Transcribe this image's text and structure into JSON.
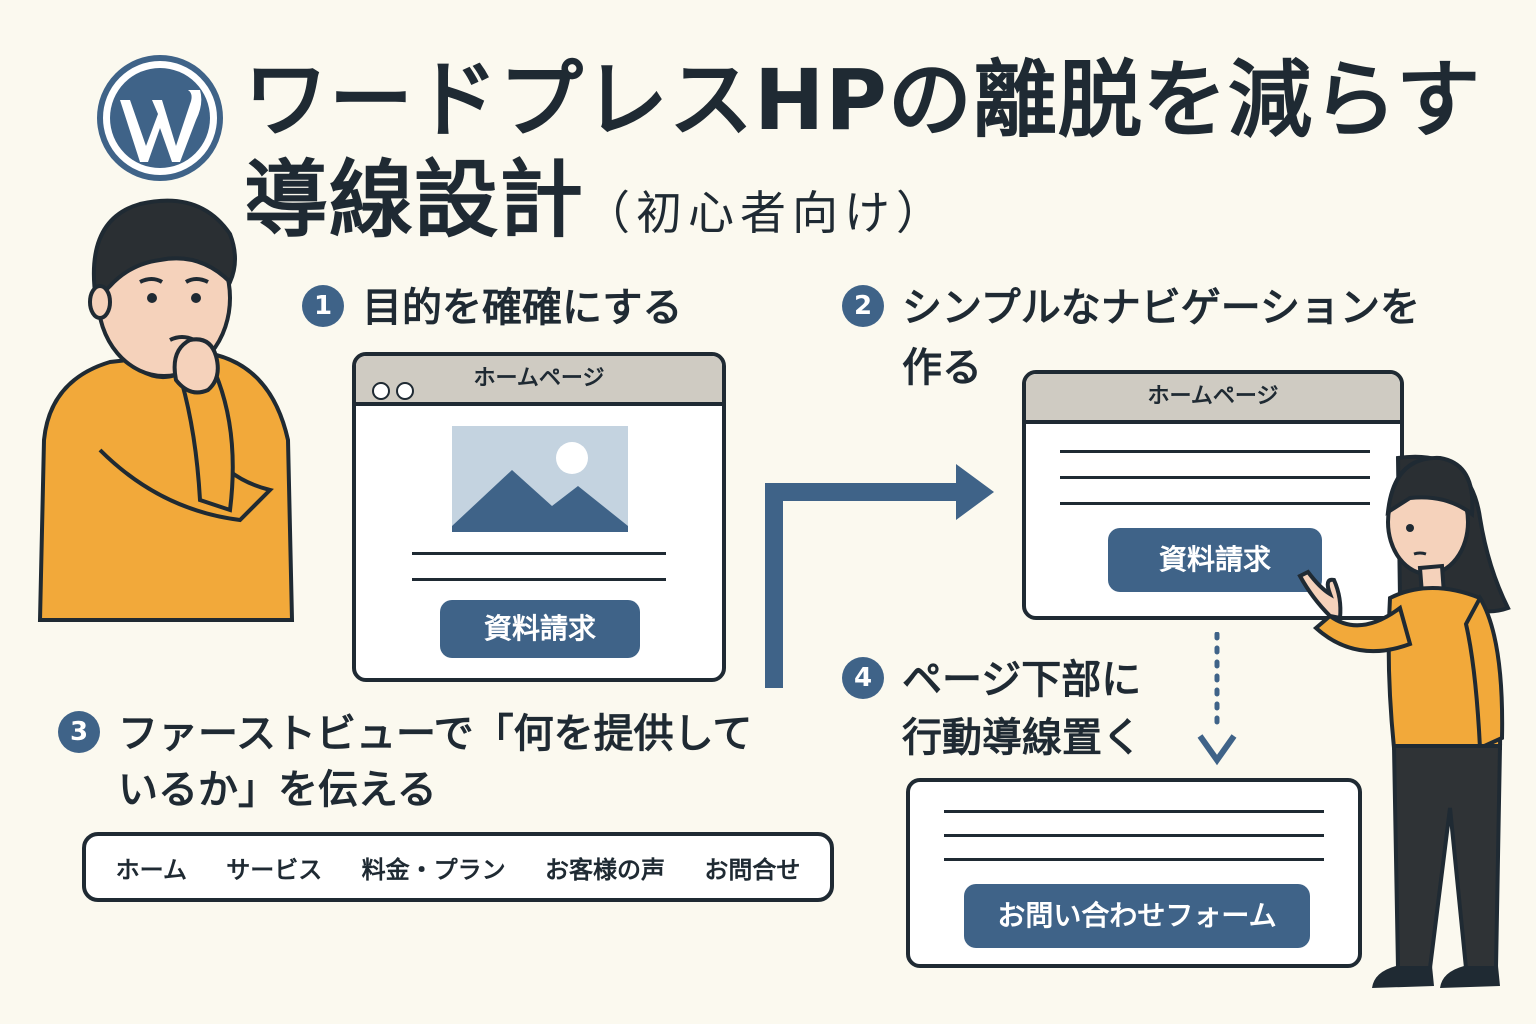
{
  "title": {
    "line1": "ワードプレスHPの離脱を減らす",
    "line2": "導線設計",
    "subtitle": "（初心者向け）"
  },
  "steps": [
    {
      "number": "1",
      "text": "目的を確確にする"
    },
    {
      "number": "2",
      "line1": "シンプルなナビゲーションを",
      "line2": "作る"
    },
    {
      "number": "3",
      "line1": "ファーストビューで「何を提供して",
      "line2": "いるか」を伝える"
    },
    {
      "number": "4",
      "line1": "ページ下部に",
      "line2": "行動導線置く"
    }
  ],
  "window1": {
    "title": "ホームページ",
    "button": "資料請求"
  },
  "window2": {
    "title": "ホームページ",
    "button": "資料請求"
  },
  "nav": {
    "items": [
      "ホーム",
      "サービス",
      "料金・プラン",
      "お客様の声",
      "お問合せ"
    ]
  },
  "form_box": {
    "button": "お問い合わせフォーム"
  },
  "colors": {
    "accent": "#3f6388",
    "shirt": "#f2a93a",
    "background": "#fbf9ef",
    "ink": "#1f2a33"
  },
  "icons": [
    "wordpress-logo",
    "thinking-man",
    "pointing-woman",
    "image-placeholder-icon",
    "arrow-right",
    "arrow-down"
  ]
}
